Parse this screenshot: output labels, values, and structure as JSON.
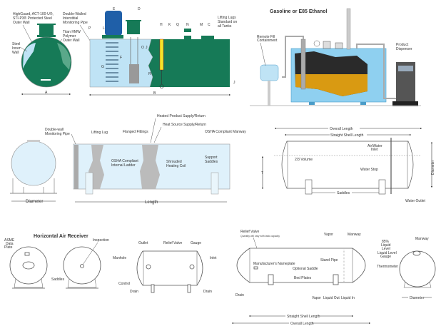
{
  "colors": {
    "tank_green": "#167a57",
    "light_blue": "#bfe3f5",
    "steel_blue": "#1f5fa8",
    "fuel_orange": "#d99a12",
    "yellow_rod": "#f2e52b"
  },
  "panel_steel_tank": {
    "outer_wall": [
      "HighGuard, ACT-100-U®,",
      "STI-P3® Protected Steel",
      "Outer Wall"
    ],
    "monitoring_pipe": [
      "Double-Walled",
      "Interstitial",
      "Monitoring Pipe"
    ],
    "polymer_wall": [
      "Titan HMW",
      "Polymer",
      "Outer Wall"
    ],
    "inner_wall": [
      "Steel",
      "Inner",
      "Wall"
    ],
    "lifting_lugs": [
      "Lifting Lugs",
      "Standard on",
      "all Tanks"
    ],
    "letters": {
      "E": "E",
      "D": "D",
      "P": "P",
      "L": "L",
      "H": "H",
      "K": "K",
      "Q": "Q",
      "N": "N",
      "M": "M",
      "C": "C",
      "O": "O",
      "F": "F",
      "J": "J",
      "G": "G",
      "R": "R",
      "B": "B",
      "A": "A",
      "J2": "J"
    }
  },
  "panel_gasoline": {
    "title": "Gasoline or E85 Ethanol",
    "remote_fill": [
      "Remote Fill",
      "Containment"
    ],
    "dispenser": [
      "Product",
      "Dispenser"
    ]
  },
  "panel_heated_tank": {
    "monitoring_pipe": [
      "Double-wall",
      "Monitoring Pipe"
    ],
    "lifting_lug": "Lifting Lug",
    "flanged_fittings": "Flanged Fittings",
    "heated_product": "Heated Product Supply/Return",
    "heat_source": "Heat Source Supply/Return",
    "manway": "OSHA Compliant Manway",
    "ladder": [
      "OSHA Compliant",
      "Internal Ladder"
    ],
    "coil": [
      "Shrouded",
      "Heating Coil"
    ],
    "saddles": [
      "Support",
      "Saddles"
    ],
    "diameter": "Diameter",
    "length": "Length"
  },
  "panel_water_tank": {
    "overall_length": "Overall Length",
    "straight_shell": "Straight Shell Length",
    "air_water_inlet": [
      "Air/Water",
      "Inlet"
    ],
    "volume": "2/3 Volume",
    "water_stop": "Water Stop",
    "saddles": "Saddles",
    "water_outlet": "Water Outlet",
    "diameter": "Diameter",
    "t_mark": "T"
  },
  "panel_air_receiver": {
    "title": "Horizontal Air Receiver",
    "asme": [
      "ASME",
      "Data",
      "Plate"
    ],
    "inspection": "Inspection",
    "saddles": "Saddles",
    "outlet": "Outlet",
    "relief_valve": "Relief Valve",
    "gauge": "Gauge",
    "manhole": "Manhole",
    "inlet": "Inlet",
    "control": "Control",
    "drain_left": "Drain",
    "drain_right": "Drain"
  },
  "panel_propane": {
    "relief_valve": "Relief Valve",
    "relief_note": "Quantity will vary with tank capacity",
    "vapor_top": "Vapor",
    "manway": "Manway",
    "nameplate": "Manufacturer's Nameplate",
    "stand_pipe": "Stand Pipe",
    "optional_saddle": "Optional Saddle",
    "bed_plates": "Bed Plates",
    "drain": "Drain",
    "vapor": "Vapor",
    "liquid_out": "Liquid Out",
    "liquid_in": "Liquid In",
    "straight_shell": "Straight Shell Length",
    "overall_length": "Overall Length",
    "liquid_level": [
      "85%",
      "Liquid",
      "Level"
    ],
    "manway_end": "Manway",
    "level_gauge": [
      "Liquid Level",
      "Gauge"
    ],
    "thermometer": "Thermometer",
    "diameter": "Diameter"
  }
}
